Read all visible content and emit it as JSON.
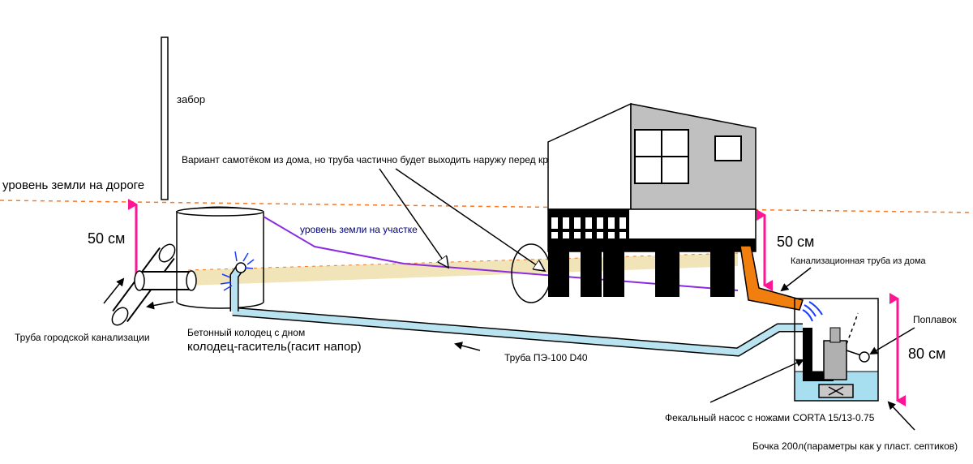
{
  "labels": {
    "fence": "забор",
    "road_ground_level": "уровень земли на дороге",
    "left_depth": "50 см",
    "gravity_option": "Вариант самотёком из дома, но труба частично будет выходить наружу перед крыльцом",
    "site_ground_level": "уровень земли на участке",
    "city_sewer_pipe": "Труба городской канализации",
    "concrete_well": "Бетонный колодец с дном",
    "damper_well": "колодец-гаситель(гасит напор)",
    "pe_pipe": "Труба  ПЭ-100 D40",
    "house_depth": "50 см",
    "house_sewer_pipe": "Канализационная труба из дома",
    "float": "Поплавок",
    "barrel_height": "80 см",
    "pump": "Фекальный насос с ножами CORTA 15/13-0.75",
    "barrel": "Бочка 200л(параметры как у пласт. септиков)"
  },
  "colors": {
    "ground_dash": "#f07a2a",
    "site_level": "#8a2be2",
    "soil_band": "#f1e4b8",
    "pe_pipe": "#b9e3f0",
    "water": "#a8dff0",
    "house_pipe": "#f07f10",
    "house_wall": "#c0c0c0",
    "measure": "#ff1493",
    "splash": "#1a3cff",
    "site_label_text": "#000080"
  }
}
